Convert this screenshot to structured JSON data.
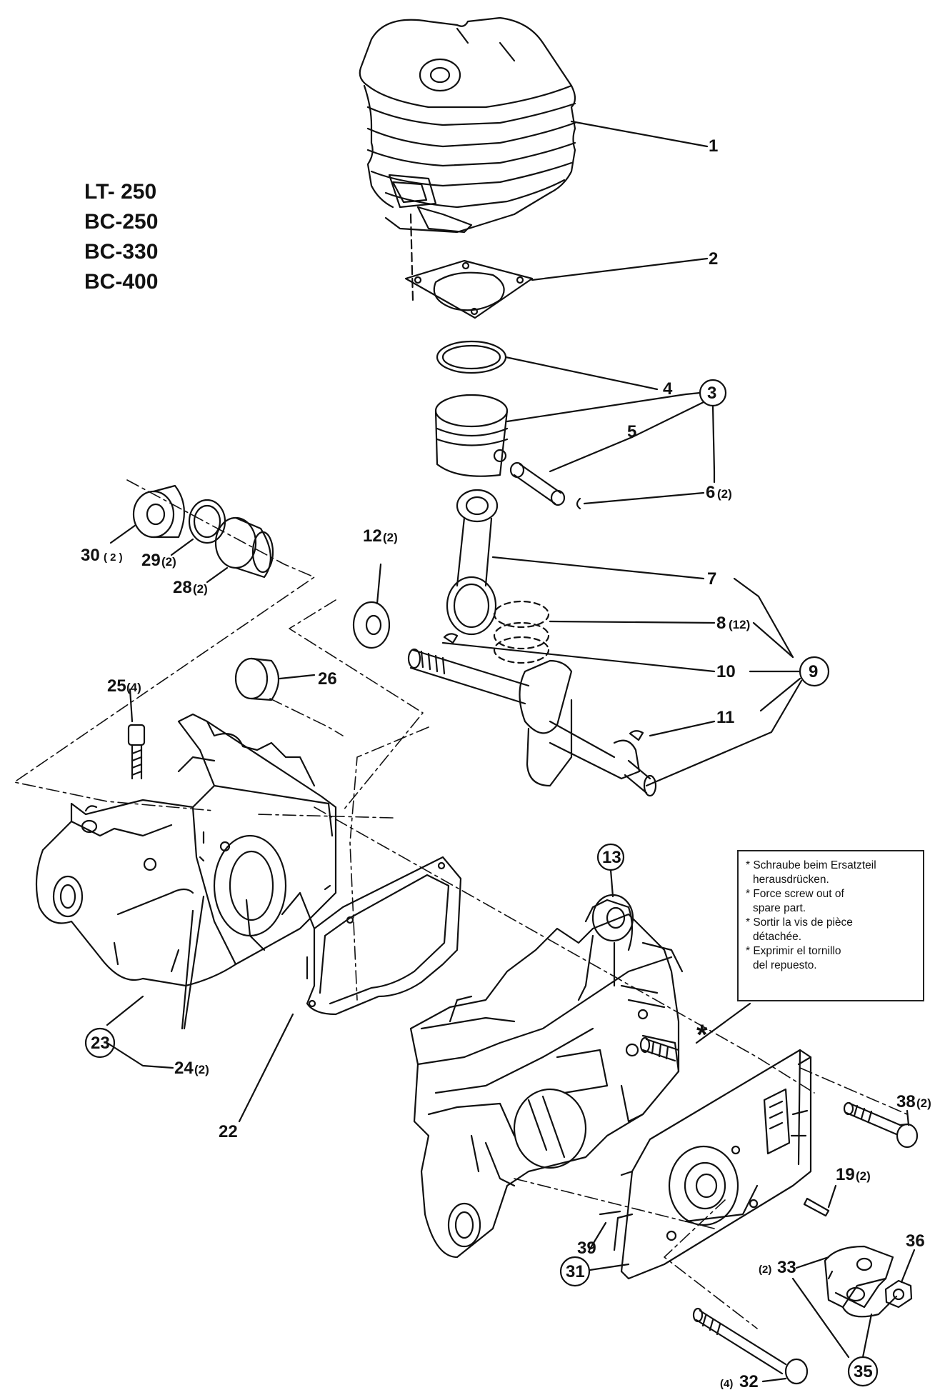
{
  "models": [
    "LT- 250",
    "BC-250",
    "BC-330",
    "BC-400"
  ],
  "note": {
    "lines": [
      "* Schraube beim Ersatzteil",
      "  herausdrücken.",
      "* Force screw out of",
      "  spare part.",
      "* Sortir la vis de pièce",
      "  détachée.",
      "* Exprimir el tornillo",
      "  del repuesto."
    ]
  },
  "labels": {
    "l1": "1",
    "l2": "2",
    "l3": "3",
    "l4": "4",
    "l5": "5",
    "l6": "6",
    "l6q": "(2)",
    "l7": "7",
    "l8": "8",
    "l8q": "(12)",
    "l9": "9",
    "l10": "10",
    "l11": "11",
    "l12": "12",
    "l12q": "(2)",
    "l13": "13",
    "l19": "19",
    "l19q": "(2)",
    "l22": "22",
    "l23": "23",
    "l24": "24",
    "l24q": "(2)",
    "l25": "25",
    "l25q": "(4)",
    "l26": "26",
    "l28": "28",
    "l28q": "(2)",
    "l29": "29",
    "l29q": "(2)",
    "l30": "30",
    "l30q": "( 2 )",
    "l31": "31",
    "l32": "32",
    "l32q": "(4)",
    "l33": "33",
    "l33q": "(2)",
    "l35": "35",
    "l36": "36",
    "l38": "38",
    "l38q": "(2)",
    "l39": "39",
    "star": "*"
  }
}
